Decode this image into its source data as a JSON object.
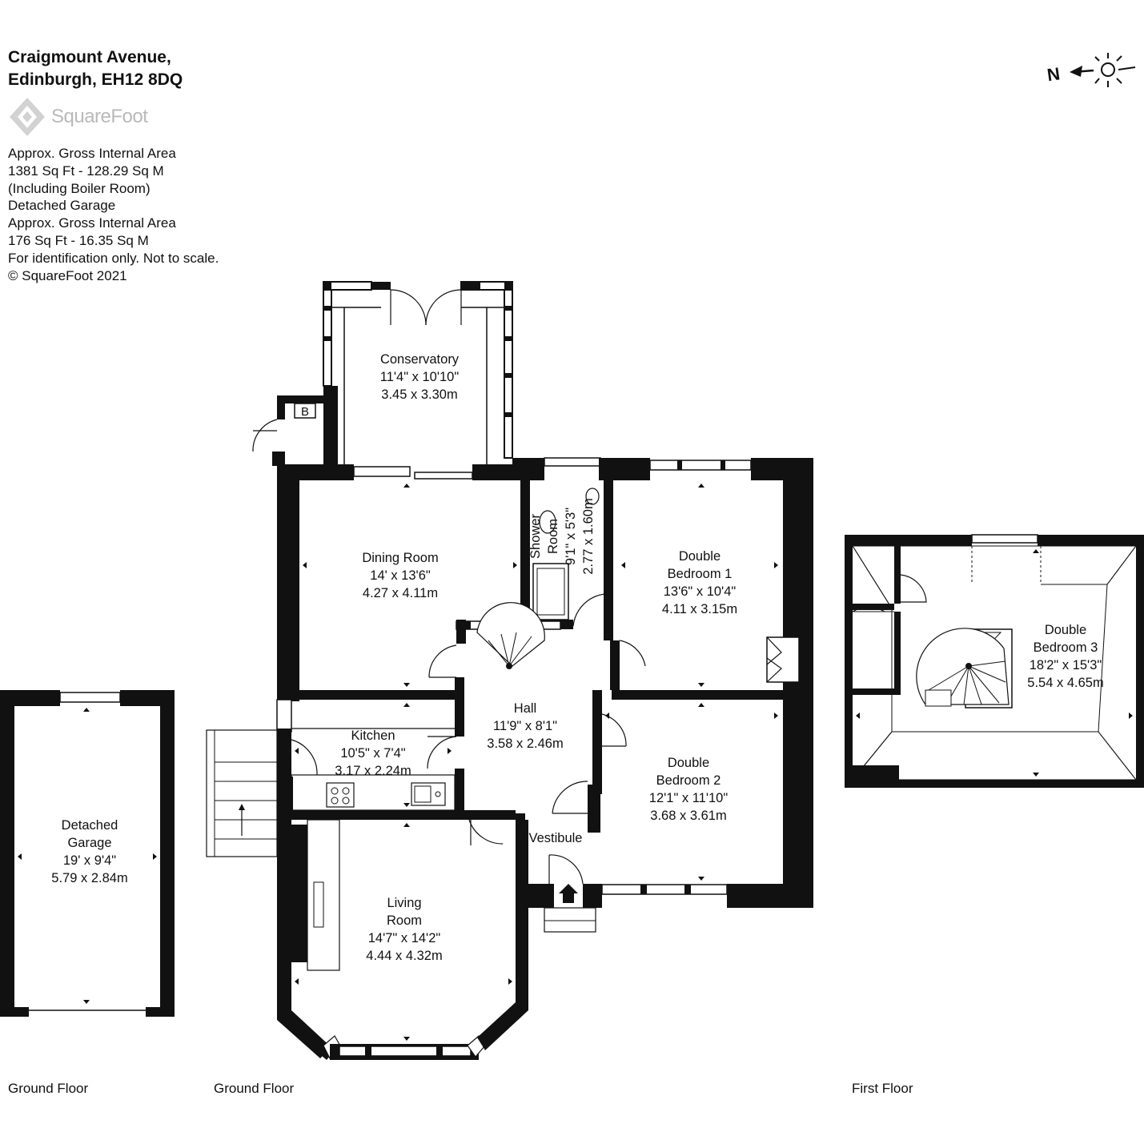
{
  "header": {
    "address_line1": "Craigmount Avenue,",
    "address_line2": "Edinburgh, EH12 8DQ",
    "logo_text": "SquareFoot"
  },
  "info_lines": [
    "Approx. Gross Internal Area",
    "1381 Sq Ft  -  128.29 Sq M",
    "(Including Boiler Room)",
    "Detached Garage",
    "Approx. Gross Internal Area",
    "176 Sq Ft  -  16.35 Sq M",
    "For identification only. Not to scale.",
    "© SquareFoot 2021"
  ],
  "compass": {
    "north_label": "N",
    "icon": "sun-icon"
  },
  "floor_labels": {
    "garage": "Ground Floor",
    "main": "Ground Floor",
    "first": "First Floor"
  },
  "rooms": {
    "conservatory": {
      "name": "Conservatory",
      "imperial": "11'4\" x 10'10\"",
      "metric": "3.45 x 3.30m"
    },
    "boiler": {
      "name": "B"
    },
    "dining": {
      "name": "Dining Room",
      "imperial": "14' x 13'6\"",
      "metric": "4.27 x 4.11m"
    },
    "shower": {
      "name_line1": "Shower",
      "name_line2": "Room",
      "imperial": "9'1\" x 5'3\"",
      "metric": "2.77 x 1.60m"
    },
    "bedroom1": {
      "name_line1": "Double",
      "name_line2": "Bedroom 1",
      "imperial": "13'6\" x 10'4\"",
      "metric": "4.11 x 3.15m"
    },
    "hall": {
      "name": "Hall",
      "imperial": "11'9\" x 8'1\"",
      "metric": "3.58 x 2.46m"
    },
    "kitchen": {
      "name": "Kitchen",
      "imperial": "10'5\" x 7'4\"",
      "metric": "3.17 x 2.24m"
    },
    "bedroom2": {
      "name_line1": "Double",
      "name_line2": "Bedroom 2",
      "imperial": "12'1\" x 11'10\"",
      "metric": "3.68 x 3.61m"
    },
    "vestibule": {
      "name": "Vestibule"
    },
    "living": {
      "name_line1": "Living",
      "name_line2": "Room",
      "imperial": "14'7\" x 14'2\"",
      "metric": "4.44 x 4.32m"
    },
    "garage": {
      "name_line1": "Detached",
      "name_line2": "Garage",
      "imperial": "19' x 9'4\"",
      "metric": "5.79 x 2.84m"
    },
    "bedroom3": {
      "name_line1": "Double",
      "name_line2": "Bedroom 3",
      "imperial": "18'2\" x 15'3\"",
      "metric": "5.54 x 4.65m"
    }
  }
}
